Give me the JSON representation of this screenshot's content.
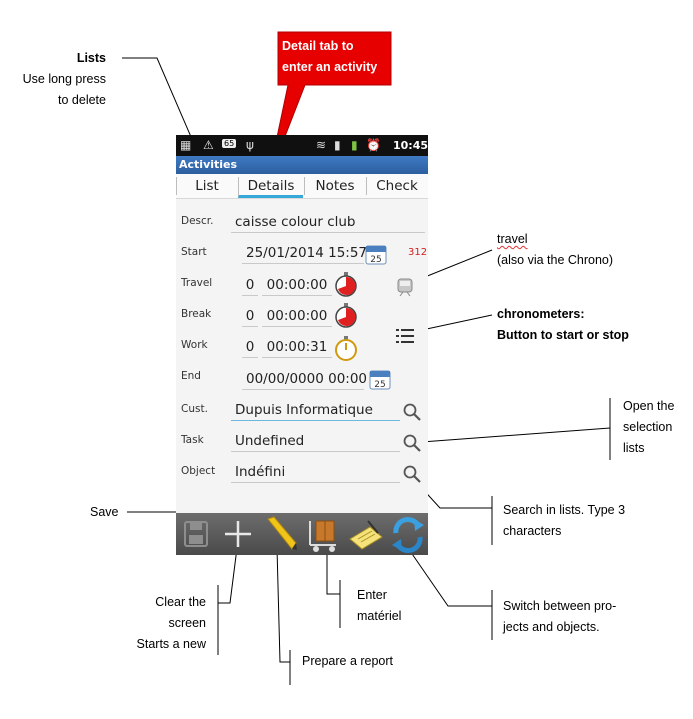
{
  "annotations": {
    "lists": {
      "title": "Lists",
      "line1": "Use long press",
      "line2": "to delete"
    },
    "detail_tab": {
      "line1": "Detail tab to",
      "line2": "enter an activity"
    },
    "travel": {
      "line1": "travel",
      "line2": "(also via the Chrono)"
    },
    "chronometers": {
      "line1": "chronometers:",
      "line2": "Button to start or stop"
    },
    "selection": {
      "line1": "Open the",
      "line2": "selection",
      "line3": "lists"
    },
    "save": {
      "text": "Save"
    },
    "search": {
      "line1": "Search in lists. Type 3",
      "line2": "characters"
    },
    "clear": {
      "line1": "Clear the",
      "line2": "screen",
      "line3": "Starts a new"
    },
    "materiel": {
      "line1": "Enter",
      "line2": "matériel"
    },
    "switch": {
      "line1": "Switch between pro-",
      "line2": "jects and objects."
    },
    "report": {
      "text": "Prepare a report"
    }
  },
  "statusbar": {
    "battery": "65",
    "time": "10:45"
  },
  "app": {
    "title": "Activities"
  },
  "tabs": [
    {
      "label": "List"
    },
    {
      "label": "Details"
    },
    {
      "label": "Notes"
    },
    {
      "label": "Check"
    }
  ],
  "form": {
    "descr": {
      "label": "Descr.",
      "value": "caisse colour club"
    },
    "start": {
      "label": "Start",
      "value": "25/01/2014 15:57",
      "badge": "312",
      "calendar_day": "25"
    },
    "travel": {
      "label": "Travel",
      "days": "0",
      "time": "00:00:00"
    },
    "break": {
      "label": "Break",
      "days": "0",
      "time": "00:00:00"
    },
    "work": {
      "label": "Work",
      "days": "0",
      "time": "00:00:31"
    },
    "end": {
      "label": "End",
      "value": "00/00/0000 00:00",
      "calendar_day": "25"
    },
    "cust": {
      "label": "Cust.",
      "value": "Dupuis Informatique"
    },
    "task": {
      "label": "Task",
      "value": "Undefined"
    },
    "object": {
      "label": "Object",
      "value": "Indéfini"
    }
  },
  "colors": {
    "accent": "#35a7d8",
    "titlebar": "#3a70b8",
    "callout": "#e60000",
    "badge": "#d21e1e"
  },
  "toolbar": {
    "icons": [
      "save-icon",
      "plus-icon",
      "pencil-icon",
      "cart-icon",
      "report-icon",
      "switch-icon"
    ]
  }
}
